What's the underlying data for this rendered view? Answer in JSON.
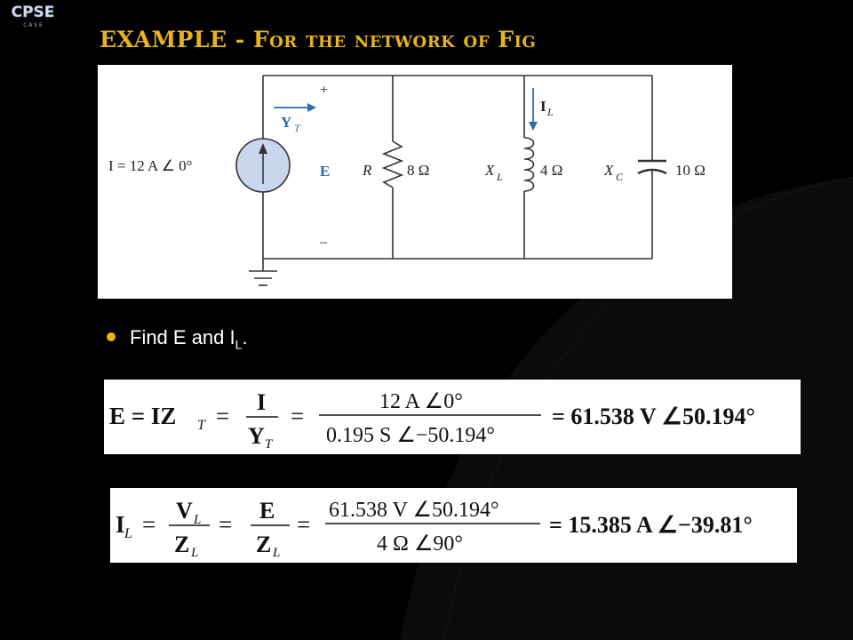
{
  "logo": {
    "text": "CPSE",
    "subtext": "C A S E"
  },
  "title": "EXAMPLE - For the network of Fig",
  "circuit": {
    "source_label": "I = 12 A ∠ 0°",
    "yt_label": "Y",
    "yt_sub": "T",
    "plus": "+",
    "minus": "–",
    "e_label": "E",
    "r_label": "R",
    "r_value": "8 Ω",
    "xl_label": "X",
    "xl_sub": "L",
    "xl_value": "4 Ω",
    "il_label": "I",
    "il_sub": "L",
    "xc_label": "X",
    "xc_sub": "C",
    "xc_value": "10 Ω"
  },
  "bullet": {
    "text": "Find E and I",
    "sub": "L",
    "tail": "."
  },
  "eq1": {
    "lhs": "E = IZ",
    "lhs_sub": "T",
    "eq": "=",
    "frac1_num": "I",
    "frac1_den": "Y",
    "frac1_den_sub": "T",
    "frac2_num": "12 A ∠0°",
    "frac2_den": "0.195 S ∠−50.194°",
    "result": "= 61.538 V ∠50.194°"
  },
  "eq2": {
    "lhs": "I",
    "lhs_sub": "L",
    "eq": "=",
    "frac1_num": "V",
    "frac1_num_sub": "L",
    "frac1_den": "Z",
    "frac1_den_sub": "L",
    "frac2_num": "E",
    "frac2_den": "Z",
    "frac2_den_sub": "L",
    "frac3_num": "61.538 V ∠50.194°",
    "frac3_den": "4 Ω ∠90°",
    "result": "= 15.385 A ∠−39.81°"
  }
}
